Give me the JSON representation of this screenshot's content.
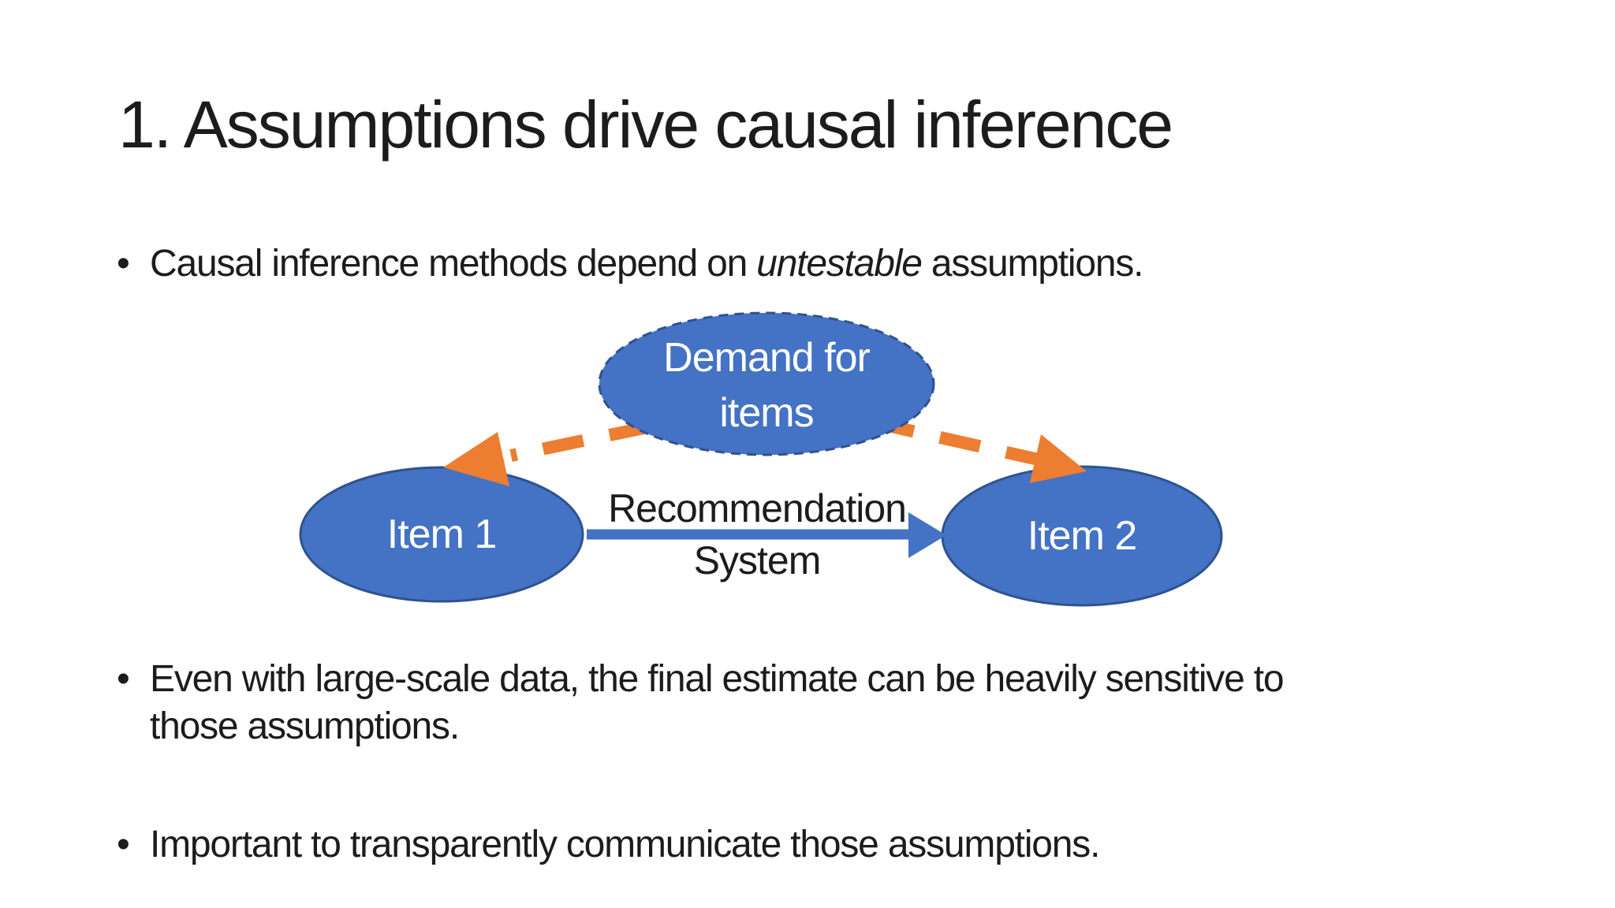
{
  "slide": {
    "title": "1. Assumptions drive causal inference",
    "bullet_marker": "•",
    "bullets": {
      "b1": {
        "before": "Causal inference methods depend on ",
        "emphasis": "untestable",
        "after": " assumptions."
      },
      "b2": {
        "line1": "Even with large-scale data, the final estimate can be heavily sensitive to",
        "line2": "those assumptions."
      },
      "b3": {
        "line1": "Important to transparently communicate those assumptions."
      }
    },
    "diagram": {
      "demand_label": "Demand for items",
      "item1_label": "Item 1",
      "item2_label": "Item 2",
      "edge_label_line1": "Recommendation",
      "edge_label_line2": "System",
      "colors": {
        "node_fill": "#4472C4",
        "node_border": "#2F528F",
        "confounder_arrow_orange": "#ED7D31",
        "recommendation_arrow_blue": "#4472C4",
        "node_text": "#FFFFFF",
        "body_text": "#1C1C1C"
      }
    }
  }
}
